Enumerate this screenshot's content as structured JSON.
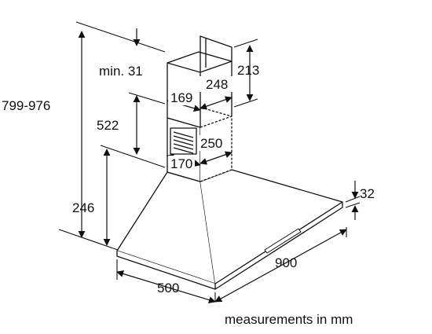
{
  "diagram": {
    "dimensions": {
      "total_height": "799-976",
      "min_clearance": "min. 31",
      "chimney_depth": "169",
      "chimney_upper_width": "248",
      "chimney_upper_height": "213",
      "chimney_lower_height": "522",
      "chimney_lower_width": "250",
      "chimney_lower_depth": "170",
      "canopy_height": "246",
      "front_edge_height": "32",
      "hood_depth": "500",
      "hood_width": "900"
    },
    "caption": "measurements in mm",
    "colors": {
      "line": "#111111",
      "background": "#ffffff"
    }
  }
}
